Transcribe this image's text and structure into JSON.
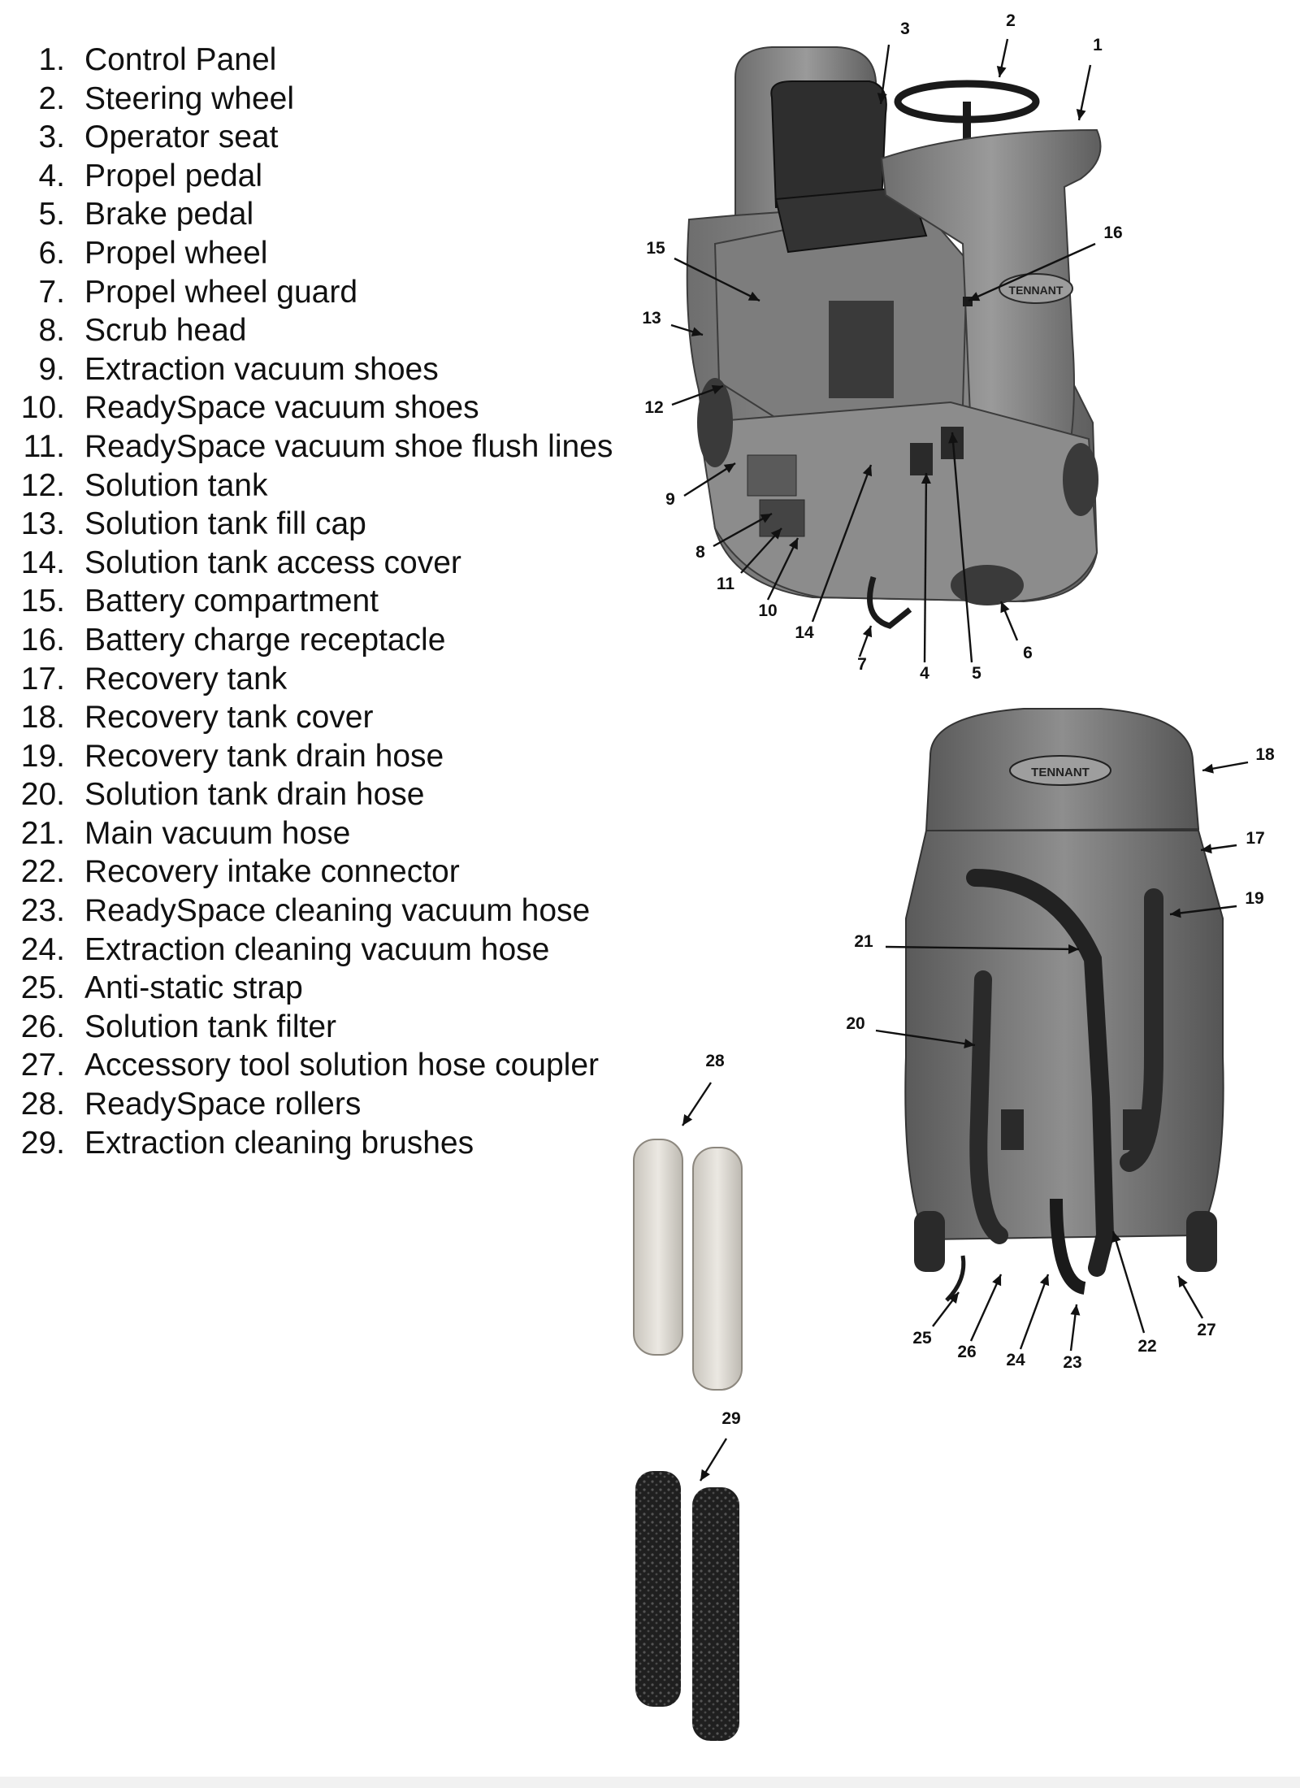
{
  "parts": [
    {
      "num": "1.",
      "label": "Control Panel"
    },
    {
      "num": "2.",
      "label": "Steering wheel"
    },
    {
      "num": "3.",
      "label": "Operator seat"
    },
    {
      "num": "4.",
      "label": "Propel pedal"
    },
    {
      "num": "5.",
      "label": "Brake pedal"
    },
    {
      "num": "6.",
      "label": "Propel wheel"
    },
    {
      "num": "7.",
      "label": "Propel wheel guard"
    },
    {
      "num": "8.",
      "label": "Scrub head"
    },
    {
      "num": "9.",
      "label": "Extraction vacuum shoes"
    },
    {
      "num": "10.",
      "label": "ReadySpace vacuum shoes"
    },
    {
      "num": "11.",
      "label": "ReadySpace vacuum shoe flush lines"
    },
    {
      "num": "12.",
      "label": "Solution tank"
    },
    {
      "num": "13.",
      "label": "Solution tank fill cap"
    },
    {
      "num": "14.",
      "label": "Solution tank access cover"
    },
    {
      "num": "15.",
      "label": "Battery compartment"
    },
    {
      "num": "16.",
      "label": "Battery charge receptacle"
    },
    {
      "num": "17.",
      "label": "Recovery tank"
    },
    {
      "num": "18.",
      "label": "Recovery tank cover"
    },
    {
      "num": "19.",
      "label": "Recovery tank drain hose"
    },
    {
      "num": "20.",
      "label": "Solution tank drain hose"
    },
    {
      "num": "21.",
      "label": "Main vacuum hose"
    },
    {
      "num": "22.",
      "label": "Recovery intake connector"
    },
    {
      "num": "23.",
      "label": "ReadySpace cleaning vacuum hose"
    },
    {
      "num": "24.",
      "label": "Extraction cleaning vacuum hose"
    },
    {
      "num": "25.",
      "label": "Anti-static strap"
    },
    {
      "num": "26.",
      "label": "Solution tank filter"
    },
    {
      "num": "27.",
      "label": "Accessory tool solution hose coupler"
    },
    {
      "num": "28.",
      "label": "ReadySpace rollers"
    },
    {
      "num": "29.",
      "label": "Extraction cleaning brushes"
    }
  ],
  "callouts": {
    "c1": "1",
    "c2": "2",
    "c3": "3",
    "c4": "4",
    "c5": "5",
    "c6": "6",
    "c7": "7",
    "c8": "8",
    "c9": "9",
    "c10": "10",
    "c11": "11",
    "c12": "12",
    "c13": "13",
    "c14": "14",
    "c15": "15",
    "c16": "16",
    "c17": "17",
    "c18": "18",
    "c19": "19",
    "c20": "20",
    "c21": "21",
    "c22": "22",
    "c23": "23",
    "c24": "24",
    "c25": "25",
    "c26": "26",
    "c27": "27",
    "c28": "28",
    "c29": "29"
  },
  "brand": "TENNANT",
  "colors": {
    "body": "#8a8a8a",
    "body_dark": "#5c5c5c",
    "hose": "#2a2a2a",
    "roller": "#d8d4cc",
    "brush": "#262626"
  }
}
